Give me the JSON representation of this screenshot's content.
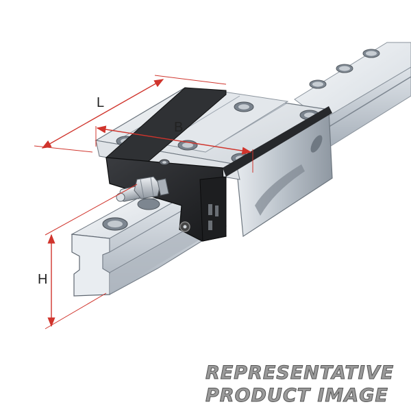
{
  "figure": {
    "dimension_labels": {
      "length": "L",
      "width": "B",
      "height": "H"
    },
    "colors": {
      "dimension_line": "#d0342c",
      "rail_light": "#eef1f4",
      "rail_mid": "#c9d0d7",
      "rail_dark": "#9aa3ad",
      "end_cap": "#2a2b2e",
      "lubrication_nipple": "#b8bec5"
    },
    "components": [
      "guide-rail",
      "carriage-block",
      "end-cap",
      "lubrication-nipple",
      "mounting-holes"
    ]
  },
  "watermark": {
    "line1": "REPRESENTATIVE",
    "line2": "PRODUCT IMAGE"
  }
}
